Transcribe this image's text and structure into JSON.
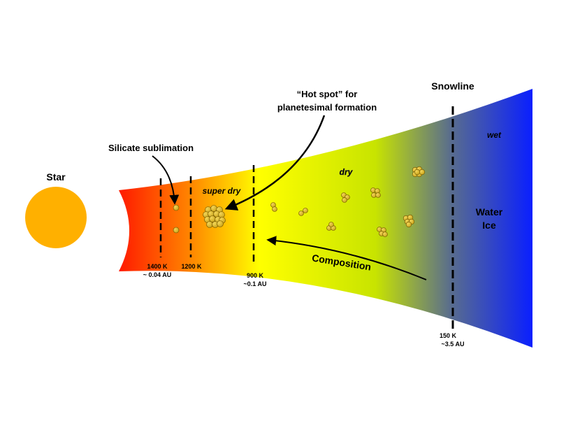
{
  "labels": {
    "star": "Star",
    "silicate": "Silicate sublimation",
    "hotspot_line1": "“Hot spot” for",
    "hotspot_line2": "planetesimal formation",
    "snowline": "Snowline",
    "super_dry": "super dry",
    "dry": "dry",
    "wet": "wet",
    "water_line1": "Water",
    "water_line2": "Ice",
    "composition": "Composition"
  },
  "markers": [
    {
      "id": "m1400",
      "line1": "1400 K",
      "line2": "~ 0.04 AU"
    },
    {
      "id": "m1200",
      "line1": "1200 K",
      "line2": ""
    },
    {
      "id": "m900",
      "line1": "900 K",
      "line2": "~0.1 AU"
    },
    {
      "id": "m150",
      "line1": "150 K",
      "line2": "~3.5 AU"
    }
  ],
  "colors": {
    "star": "#FFB000",
    "disk_inner": "#FF1A00",
    "disk_orange": "#FF8A00",
    "disk_yellow": "#FFFF00",
    "disk_yellowgreen": "#C8E400",
    "disk_slate": "#5A6E8C",
    "disk_outer": "#0A1FFF",
    "super_dry_text": "#E00000",
    "dry_text": "#FFFF00",
    "wet_text": "#1A2AAA",
    "pebble": "#C9A318"
  }
}
